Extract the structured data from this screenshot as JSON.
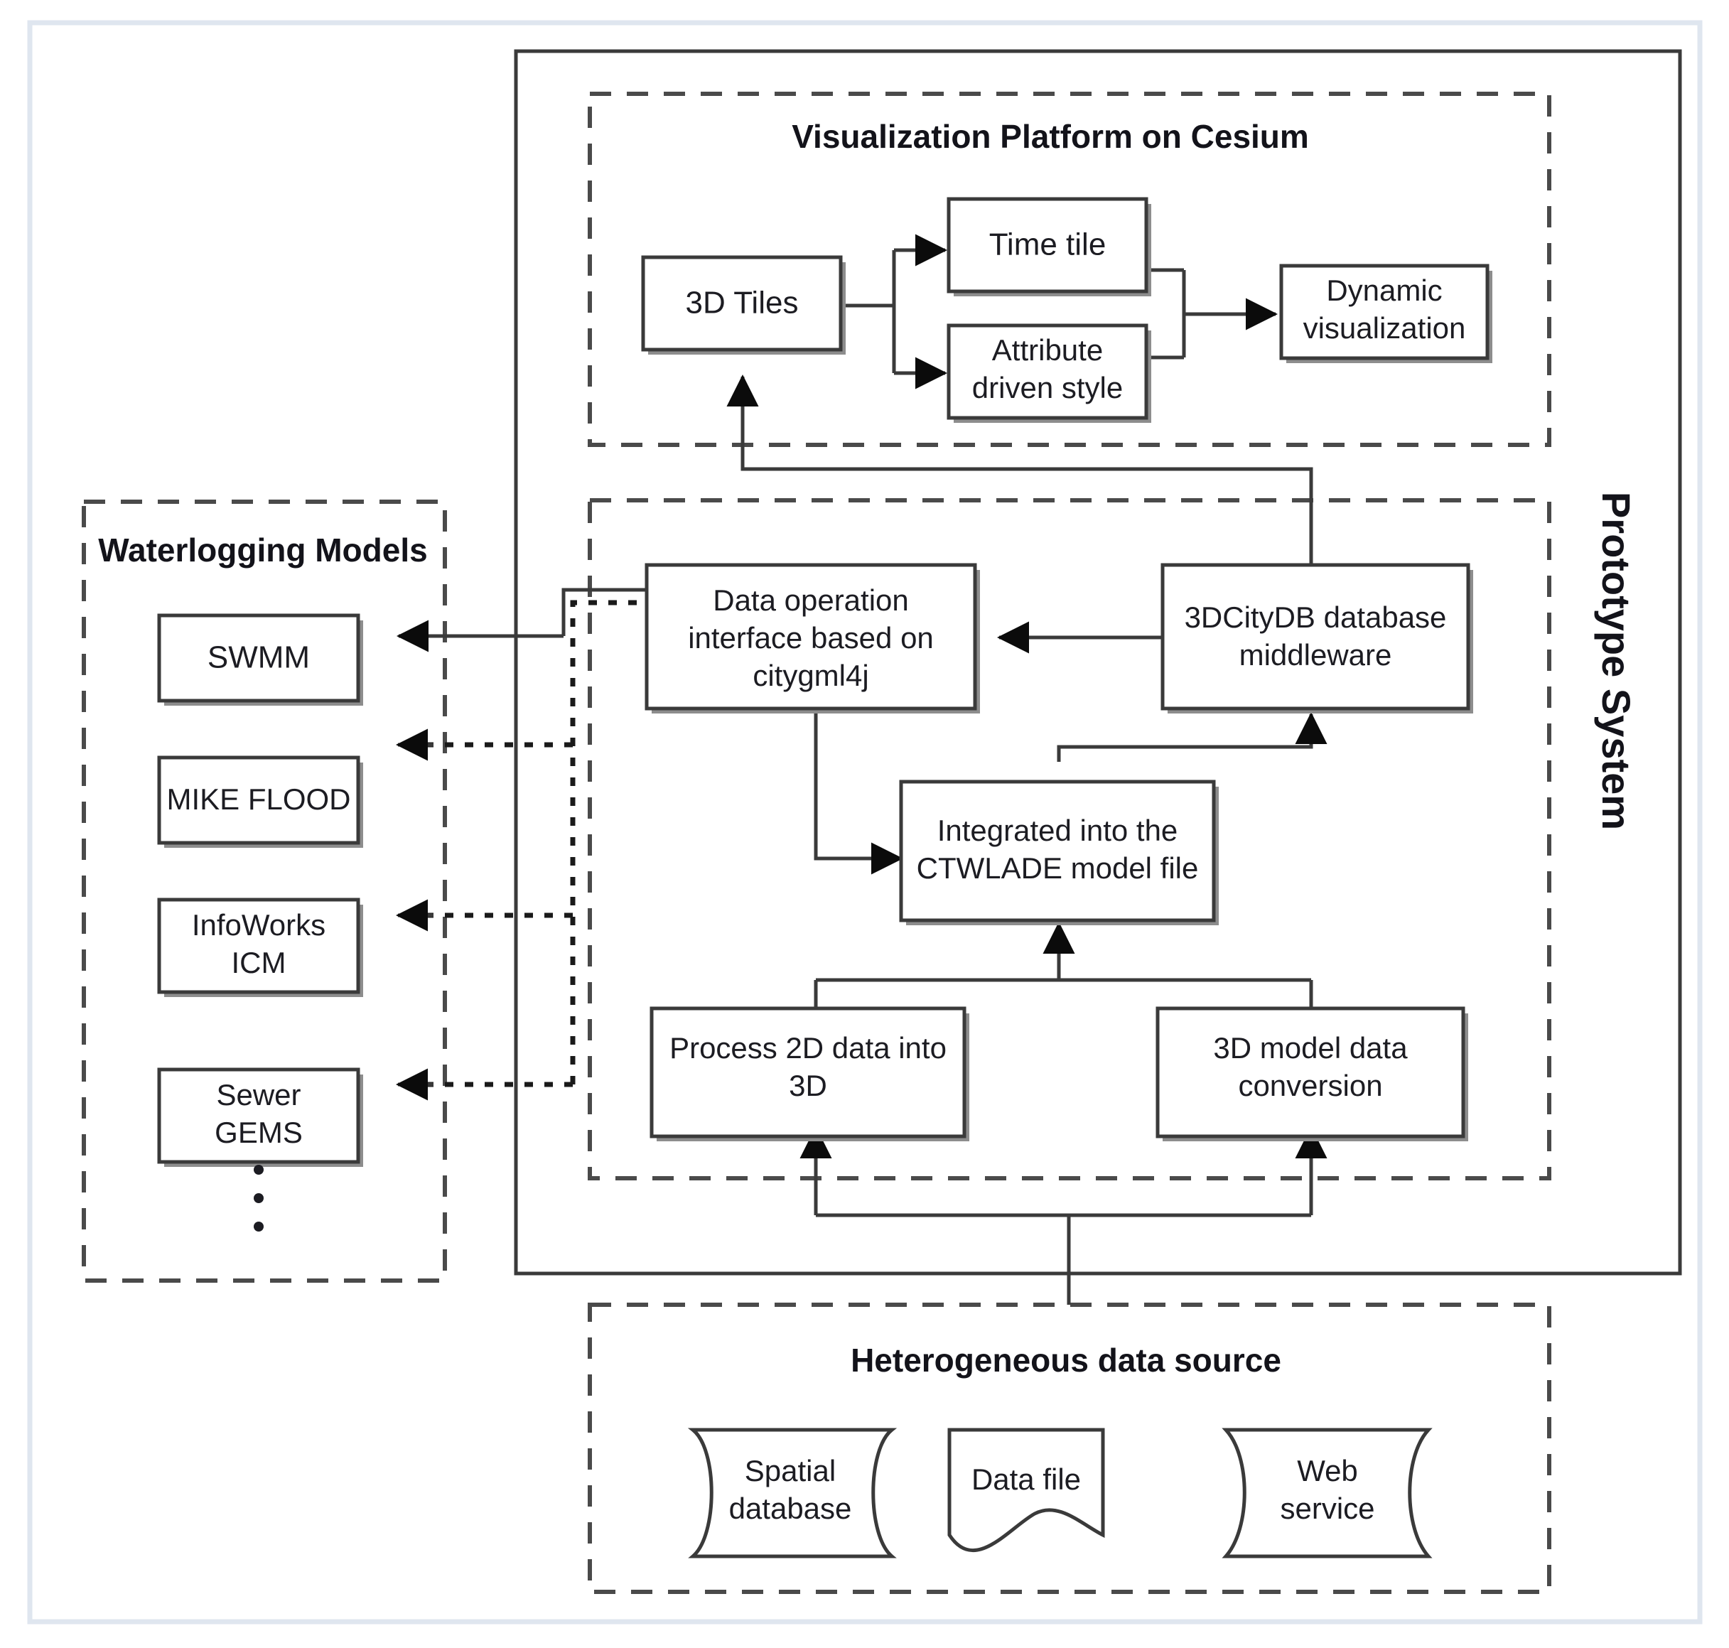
{
  "diagram": {
    "title_vertical": "Prototype System",
    "groups": {
      "visualization": {
        "title": "Visualization Platform on Cesium"
      },
      "waterlogging": {
        "title": "Waterlogging Models"
      },
      "data_source": {
        "title": "Heterogeneous data source"
      }
    },
    "nodes": {
      "tiles_3d": "3D Tiles",
      "time_tile": "Time tile",
      "attribute_style_l1": "Attribute",
      "attribute_style_l2": "driven style",
      "dynamic_vis_l1": "Dynamic",
      "dynamic_vis_l2": "visualization",
      "swmm": "SWMM",
      "mike_flood": "MIKE FLOOD",
      "infoworks_l1": "InfoWorks",
      "infoworks_l2": "ICM",
      "sewer_l1": "Sewer",
      "sewer_l2": "GEMS",
      "ellipsis": "⋮",
      "data_op_l1": "Data operation",
      "data_op_l2": "interface based on",
      "data_op_l3": "citygml4j",
      "citydb_l1": "3DCityDB database",
      "citydb_l2": "middleware",
      "integrated_l1": "Integrated into the",
      "integrated_l2": "CTWLADE model file",
      "process2d_l1": "Process 2D data into",
      "process2d_l2": "3D",
      "conv3d_l1": "3D model data",
      "conv3d_l2": "conversion",
      "spatial_db_l1": "Spatial",
      "spatial_db_l2": "database",
      "data_file": "Data file",
      "web_service_l1": "Web",
      "web_service_l2": "service"
    },
    "colors": {
      "box_stroke": "#3a3a3a",
      "dashed_stroke": "#4a4a4a",
      "text": "#1c1c22",
      "outer_frame": "#dfe6ef",
      "arrow": "#0b0b0b"
    }
  }
}
